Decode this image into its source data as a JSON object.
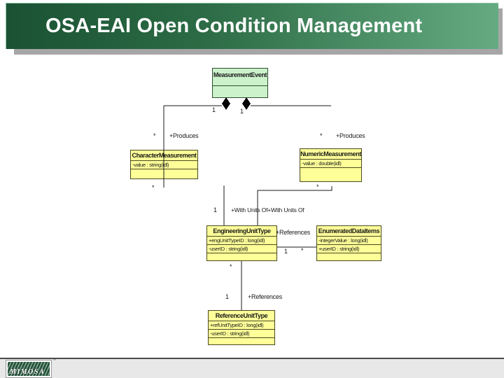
{
  "slide": {
    "title": "OSA-EAI Open Condition Management"
  },
  "footer": {
    "logo_text": "MIMOSA",
    "trademark": "™"
  },
  "diagram": {
    "classes": [
      {
        "name": "MeasurementEvent",
        "attrs": []
      },
      {
        "name": "CharacterMeasurement",
        "attrs": [
          "-value : string(idl)"
        ]
      },
      {
        "name": "NumericMeasurement",
        "attrs": [
          "-value : double(idl)"
        ]
      },
      {
        "name": "EngineeringUnitType",
        "attrs": [
          "+engUnitTypeID : long(idl)",
          "-userID : string(idl)"
        ]
      },
      {
        "name": "EnumeratedDataItems",
        "attrs": [
          "-integerValue : long(idl)",
          "+userID : string(idl)"
        ]
      },
      {
        "name": "ReferenceUnitType",
        "attrs": [
          "+refUnitTypeID : long(idl)",
          "-userID : string(idl)"
        ]
      }
    ],
    "labels": [
      {
        "text": "1"
      },
      {
        "text": "1"
      },
      {
        "text": "*"
      },
      {
        "text": "+Produces"
      },
      {
        "text": "*"
      },
      {
        "text": "+Produces"
      },
      {
        "text": "*"
      },
      {
        "text": "1"
      },
      {
        "text": "+With Units Of+With Units Of"
      },
      {
        "text": "*"
      },
      {
        "text": "+References"
      },
      {
        "text": "1"
      },
      {
        "text": "*"
      },
      {
        "text": "*"
      },
      {
        "text": "1"
      },
      {
        "text": "+References"
      }
    ],
    "colors": {
      "class_fill_yellow": "#ffff99",
      "class_fill_green": "#ccf2cc",
      "titlebar_dark_green": "#1a5233",
      "titlebar_light_green": "#65ab82",
      "shadow_gray": "#a6a6a6"
    }
  }
}
